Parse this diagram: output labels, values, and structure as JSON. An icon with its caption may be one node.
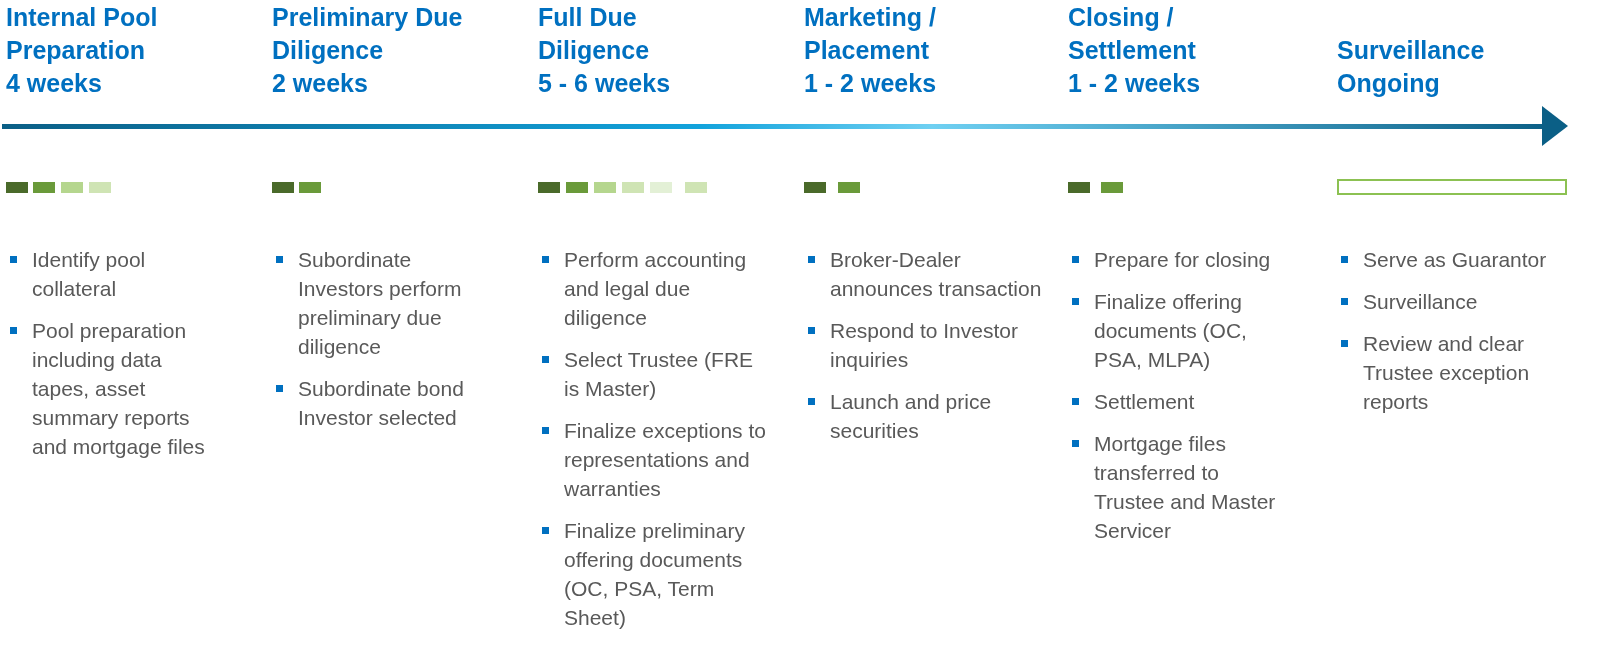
{
  "diagram": {
    "labels": [
      "Internal Pool Preparation",
      "4 weeks",
      "Identify pool collateral",
      "Pool preparation including data tapes, asset summary reports and mortgage files",
      "Preliminary Due Diligence",
      "2 weeks",
      "Subordinate Investors perform preliminary due diligence",
      "Subordinate bond Investor selected",
      "Full Due Diligence",
      "5 - 6 weeks",
      "Perform accounting and legal due diligence",
      "Select Trustee (FRE is Master)",
      "Finalize exceptions to representations and warranties",
      "Finalize preliminary offering documents (OC, PSA, Term Sheet)",
      "Marketing / Placement",
      "1 - 2 weeks",
      "Broker-Dealer announces transaction",
      "Respond to Investor inquiries",
      "Launch and price securities",
      "Closing / Settlement",
      "1 - 2 weeks",
      "Prepare for closing",
      "Finalize offering documents (OC, PSA, MLPA)",
      "Settlement",
      "Mortgage files transferred to Trustee and Master Servicer",
      "Surveillance",
      "Ongoing",
      "Serve as Guarantor",
      "Surveillance",
      "Review and clear Trustee exception reports"
    ]
  }
}
